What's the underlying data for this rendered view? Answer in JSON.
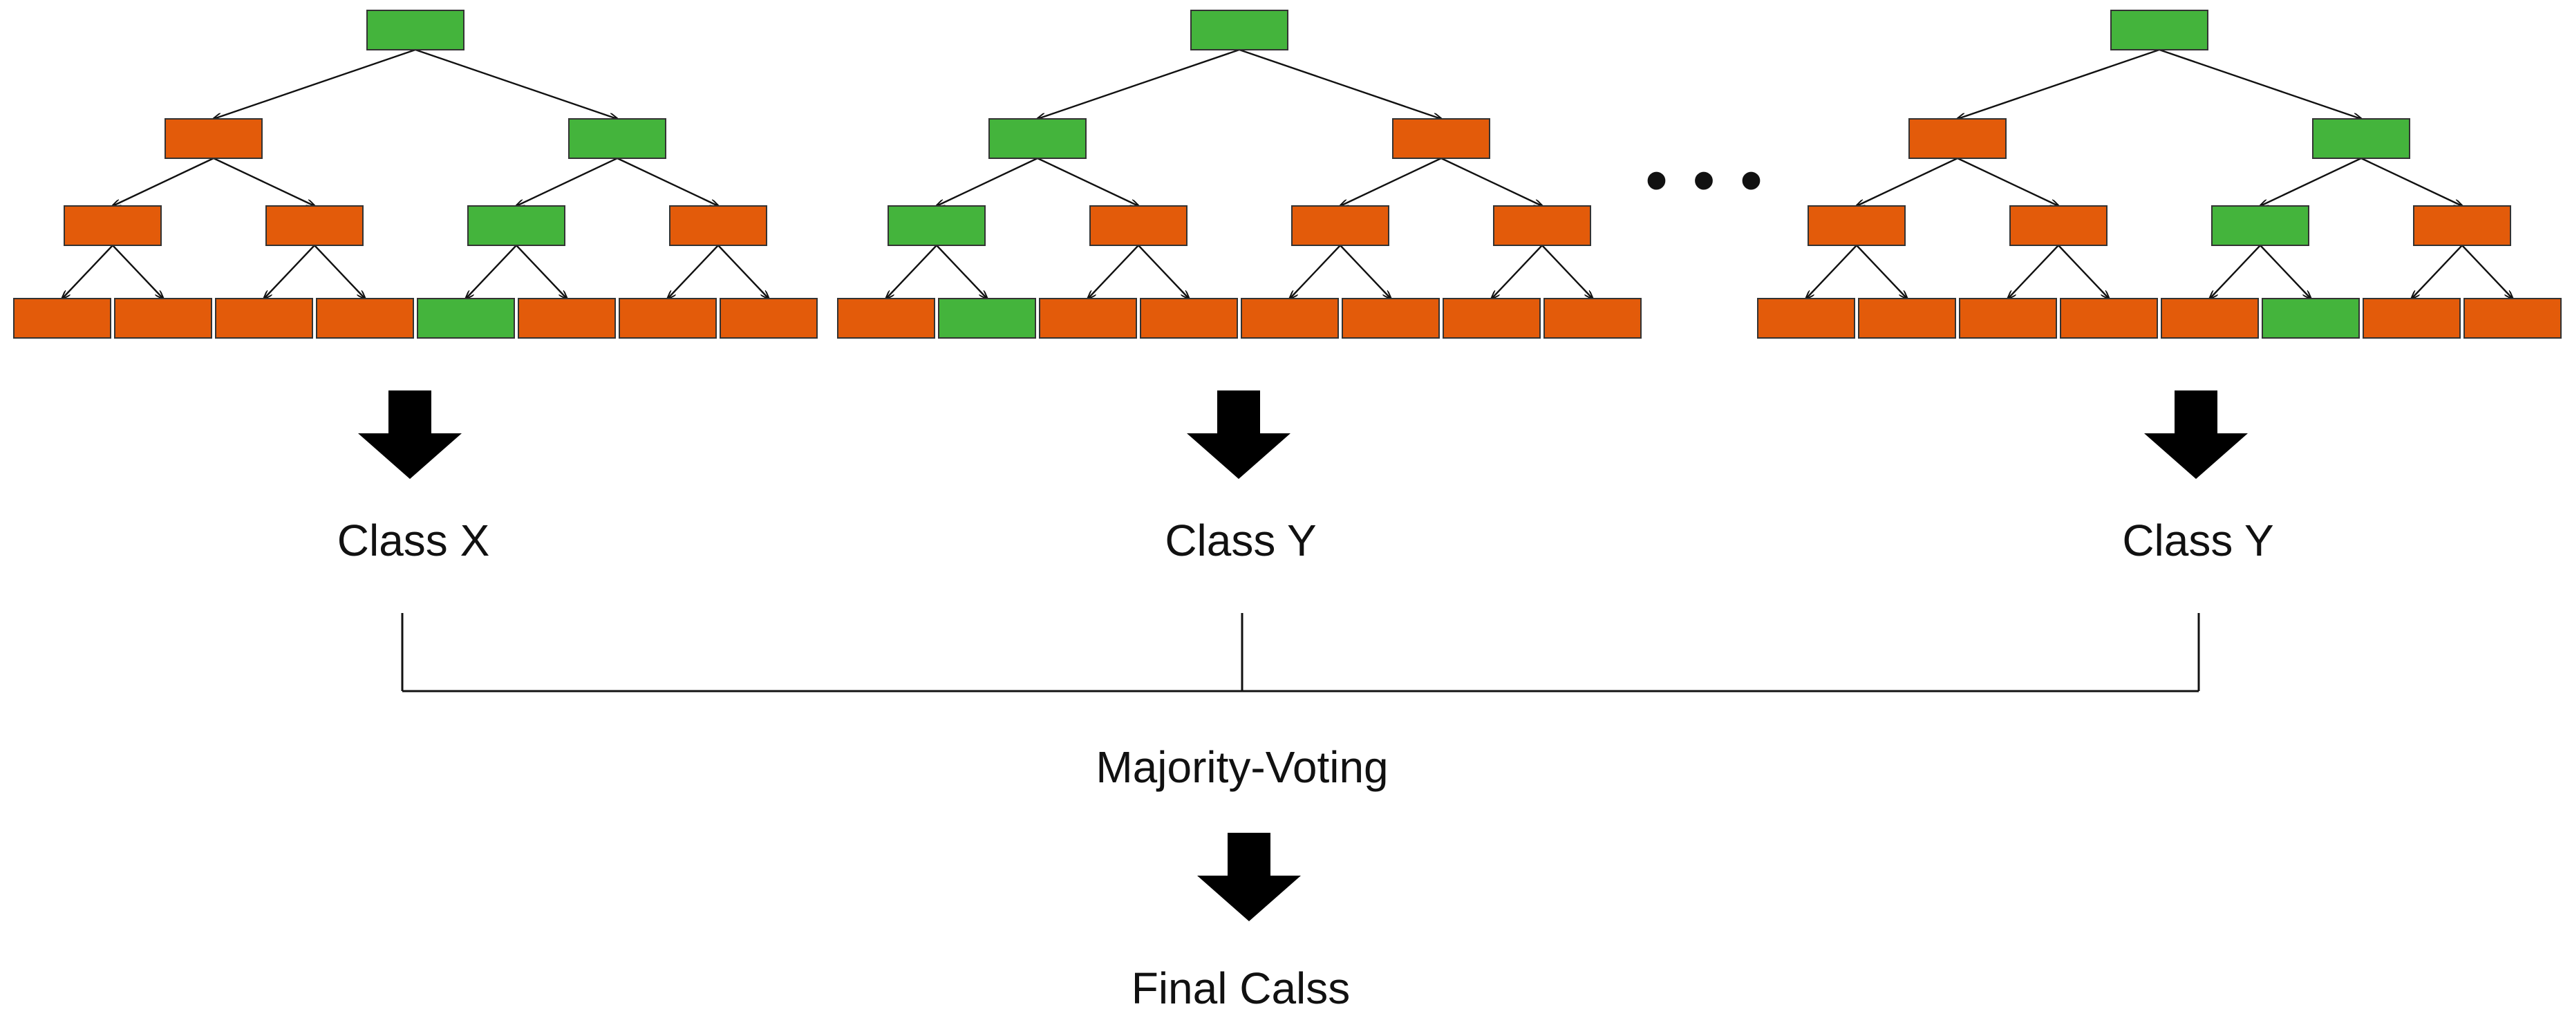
{
  "colors": {
    "green": "#44b43c",
    "orange": "#e35b0a"
  },
  "trees": [
    {
      "levels": [
        [
          "green"
        ],
        [
          "orange",
          "green"
        ],
        [
          "orange",
          "orange",
          "green",
          "orange"
        ],
        [
          "orange",
          "orange",
          "orange",
          "orange",
          "green",
          "orange",
          "orange",
          "orange"
        ]
      ],
      "class_label": "Class X"
    },
    {
      "levels": [
        [
          "green"
        ],
        [
          "green",
          "orange"
        ],
        [
          "green",
          "orange",
          "orange",
          "orange"
        ],
        [
          "orange",
          "green",
          "orange",
          "orange",
          "orange",
          "orange",
          "orange",
          "orange"
        ]
      ],
      "class_label": "Class Y"
    },
    {
      "levels": [
        [
          "green"
        ],
        [
          "orange",
          "green"
        ],
        [
          "orange",
          "orange",
          "green",
          "orange"
        ],
        [
          "orange",
          "orange",
          "orange",
          "orange",
          "orange",
          "green",
          "orange",
          "orange"
        ]
      ],
      "class_label": "Class Y"
    }
  ],
  "ellipsis": "• • •",
  "aggregation_label": "Majority-Voting",
  "final_label": "Final Calss"
}
